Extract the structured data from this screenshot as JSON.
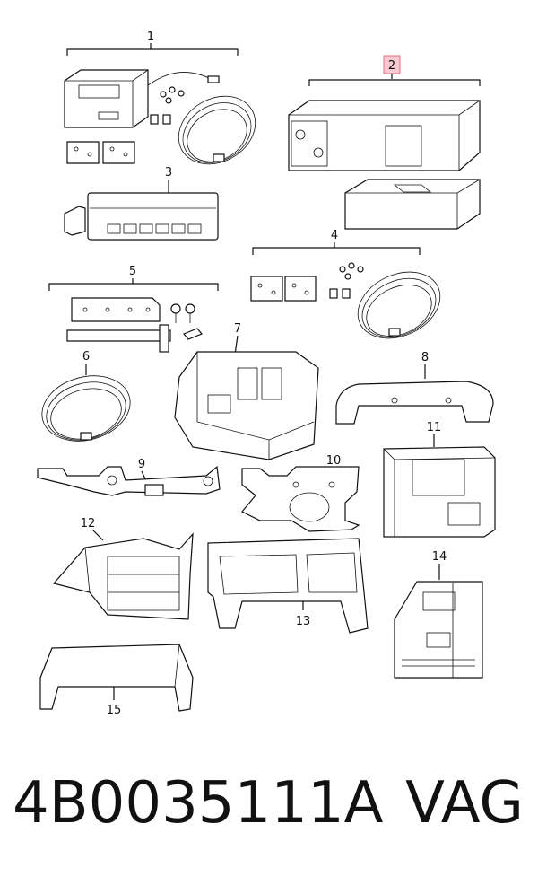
{
  "callouts": {
    "c1": "1",
    "c2": "2",
    "c3": "3",
    "c4": "4",
    "c5": "5",
    "c6": "6",
    "c7": "7",
    "c8": "8",
    "c9": "9",
    "c10": "10",
    "c11": "11",
    "c12": "12",
    "c13": "13",
    "c14": "14",
    "c15": "15"
  },
  "footer": {
    "part_number": "4B0035111A",
    "brand": "VAG"
  },
  "colors": {
    "line": "#111111",
    "highlight_fill": "#f7c9d0",
    "highlight_stroke": "#e2717f"
  }
}
